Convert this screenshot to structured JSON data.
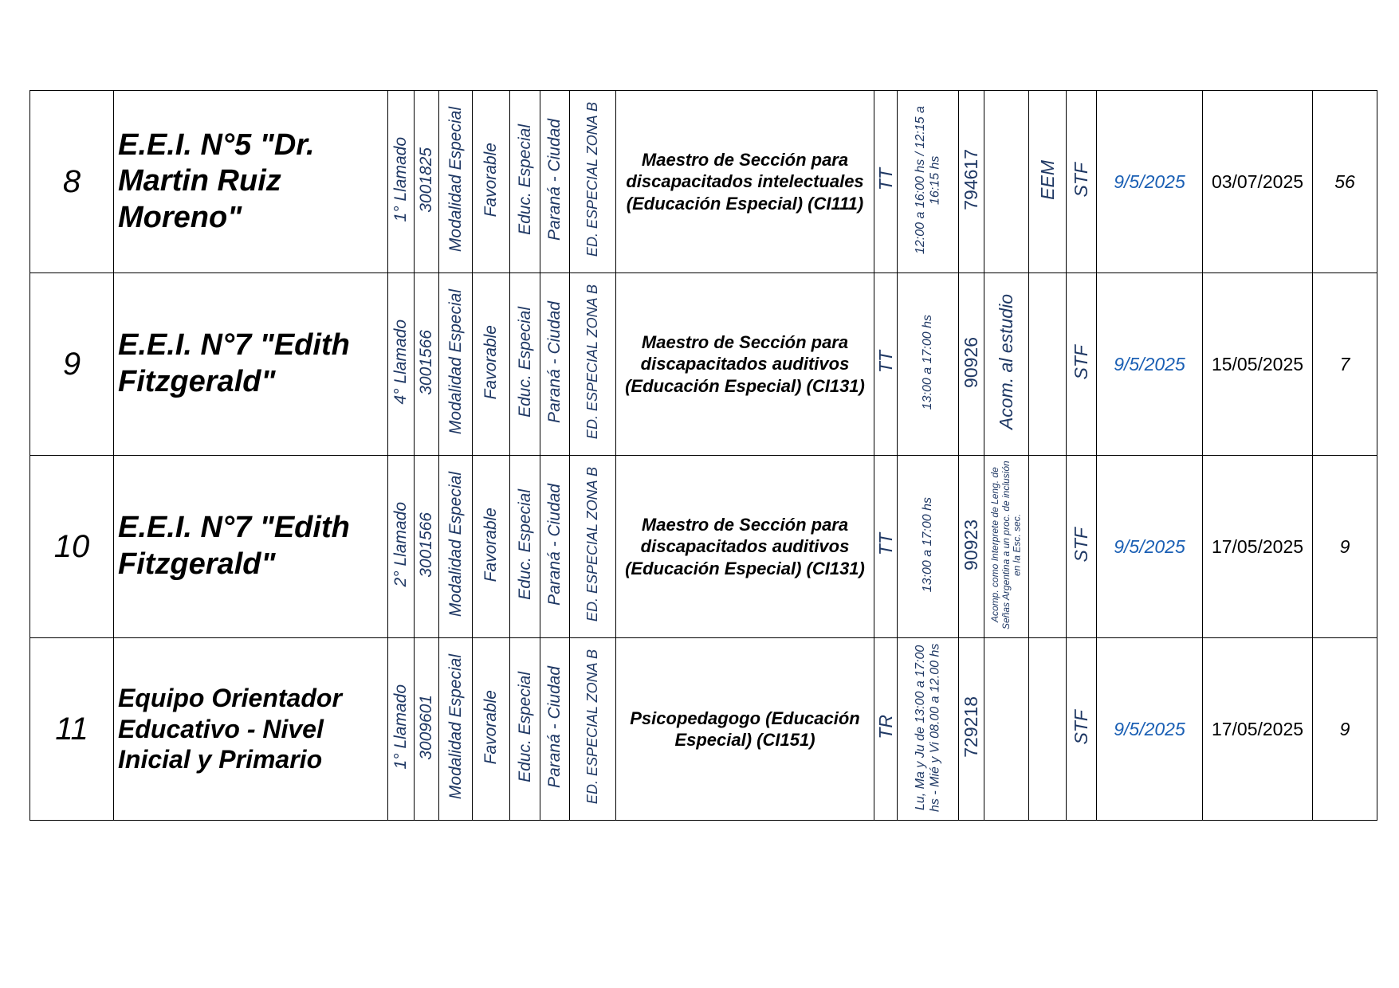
{
  "rows": [
    {
      "n": "8",
      "school": "E.E.I. N°5 \"Dr. Martin Ruiz Moreno\"",
      "llamado": "1° Llamado",
      "code": "3001825",
      "modalidad": "Modalidad Especial",
      "estado": "Favorable",
      "rama": "Educ. Especial",
      "lugar": "Paraná - Ciudad",
      "zona": "ED. ESPECIAL ZONA B",
      "cargo": "Maestro de Sección para discapacitados intelectuales (Educación Especial) (CI111)",
      "turno": "TT",
      "horario": "12:00 a 16:00 hs / 12:15 a 16:15 hs",
      "id": "794617",
      "obs": "",
      "tipo": "EEM",
      "sit": "STF",
      "fecha": "9/5/2025",
      "hasta": "03/07/2025",
      "dias": "56"
    },
    {
      "n": "9",
      "school": "E.E.I. N°7 \"Edith Fitzgerald\"",
      "llamado": "4° Llamado",
      "code": "3001566",
      "modalidad": "Modalidad Especial",
      "estado": "Favorable",
      "rama": "Educ. Especial",
      "lugar": "Paraná - Ciudad",
      "zona": "ED. ESPECIAL ZONA B",
      "cargo": "Maestro de Sección para discapacitados auditivos (Educación Especial) (CI131)",
      "turno": "TT",
      "horario": "13:00 a 17:00 hs",
      "id": "90926",
      "obs": "Acom. al estudio",
      "tipo": "",
      "sit": "STF",
      "fecha": "9/5/2025",
      "hasta": "15/05/2025",
      "dias": "7"
    },
    {
      "n": "10",
      "school": "E.E.I. N°7 \"Edith Fitzgerald\"",
      "llamado": "2° Llamado",
      "code": "3001566",
      "modalidad": "Modalidad Especial",
      "estado": "Favorable",
      "rama": "Educ. Especial",
      "lugar": "Paraná - Ciudad",
      "zona": "ED. ESPECIAL ZONA B",
      "cargo": "Maestro de Sección para discapacitados auditivos (Educación Especial) (CI131)",
      "turno": "TT",
      "horario": "13:00 a 17:00 hs",
      "id": "90923",
      "obs": "Acomp. como Interprete de Leng. de Señas Argentina a un proc. de inclusión en la Esc. sec.",
      "tipo": "",
      "sit": "STF",
      "fecha": "9/5/2025",
      "hasta": "17/05/2025",
      "dias": "9"
    },
    {
      "n": "11",
      "school": "Equipo Orientador Educativo - Nivel Inicial y Primario",
      "llamado": "1° Llamado",
      "code": "3009601",
      "modalidad": "Modalidad Especial",
      "estado": "Favorable",
      "rama": "Educ. Especial",
      "lugar": "Paraná - Ciudad",
      "zona": "ED. ESPECIAL ZONA B",
      "cargo": "Psicopedagogo (Educación Especial) (CI151)",
      "turno": "TR",
      "horario": "Lu, Ma y Ju de 13:00 a 17:00 hs - Mié y Vi 08.00 a 12.00 hs",
      "id": "729218",
      "obs": "",
      "tipo": "",
      "sit": "STF",
      "fecha": "9/5/2025",
      "hasta": "17/05/2025",
      "dias": "9"
    }
  ]
}
